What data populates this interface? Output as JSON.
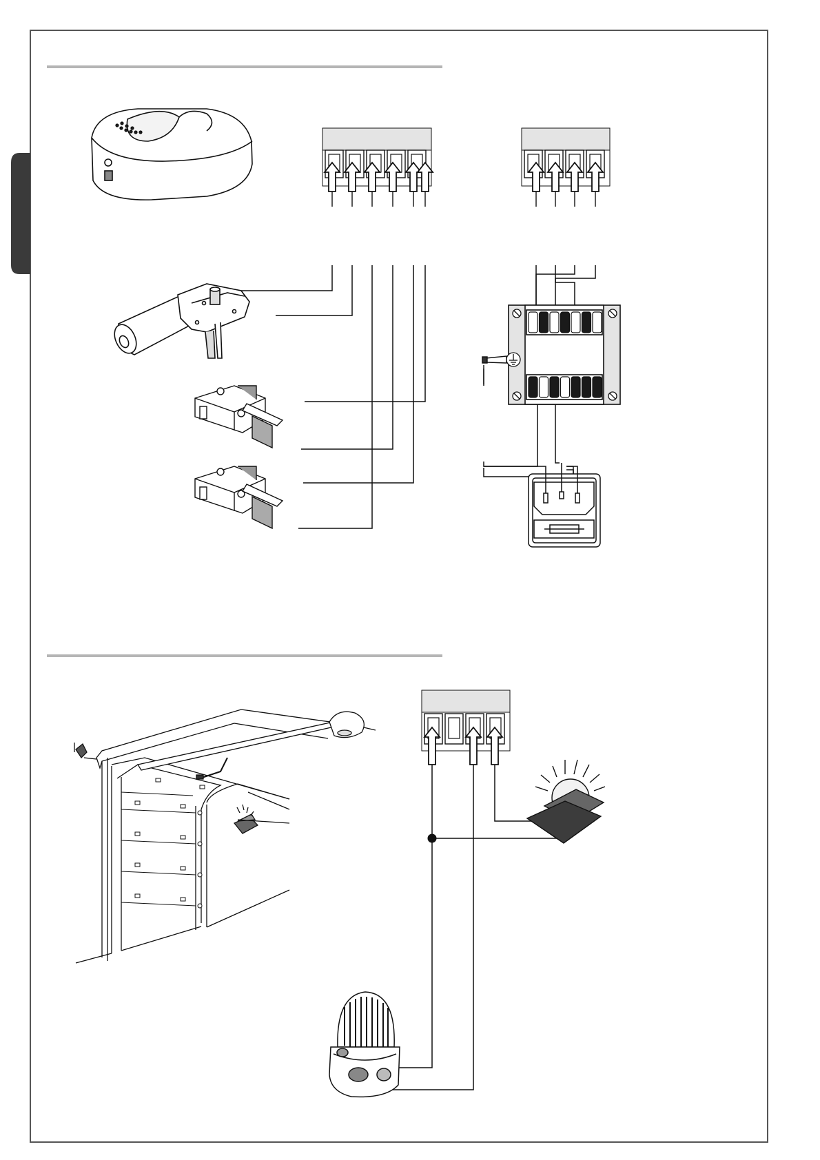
{
  "colors": {
    "ink": "#111111",
    "frame": "#555555",
    "rule": "#b5b5b5",
    "side_tab": "#3a3a3a",
    "panel_fill": "#e4e4e4",
    "socket_fill": "#1a1a1a",
    "arrow_fill": "#ffffff",
    "lamp_dark": "#3c3c3c",
    "lamp_mid": "#666666"
  },
  "illustrations": [
    "control-unit-housing-illustration",
    "gearmotor-illustration",
    "opening-limit-microswitch-illustration",
    "closing-limit-microswitch-illustration",
    "transformer-terminal-board-illustration",
    "mains-power-socket-illustration",
    "sectional-garage-door-illustration",
    "courtesy-lamp-illustration",
    "flashing-beacon-illustration"
  ],
  "icons": [
    "ground-symbol-icon",
    "terminal-arrow-icon",
    "junction-dot-icon"
  ]
}
